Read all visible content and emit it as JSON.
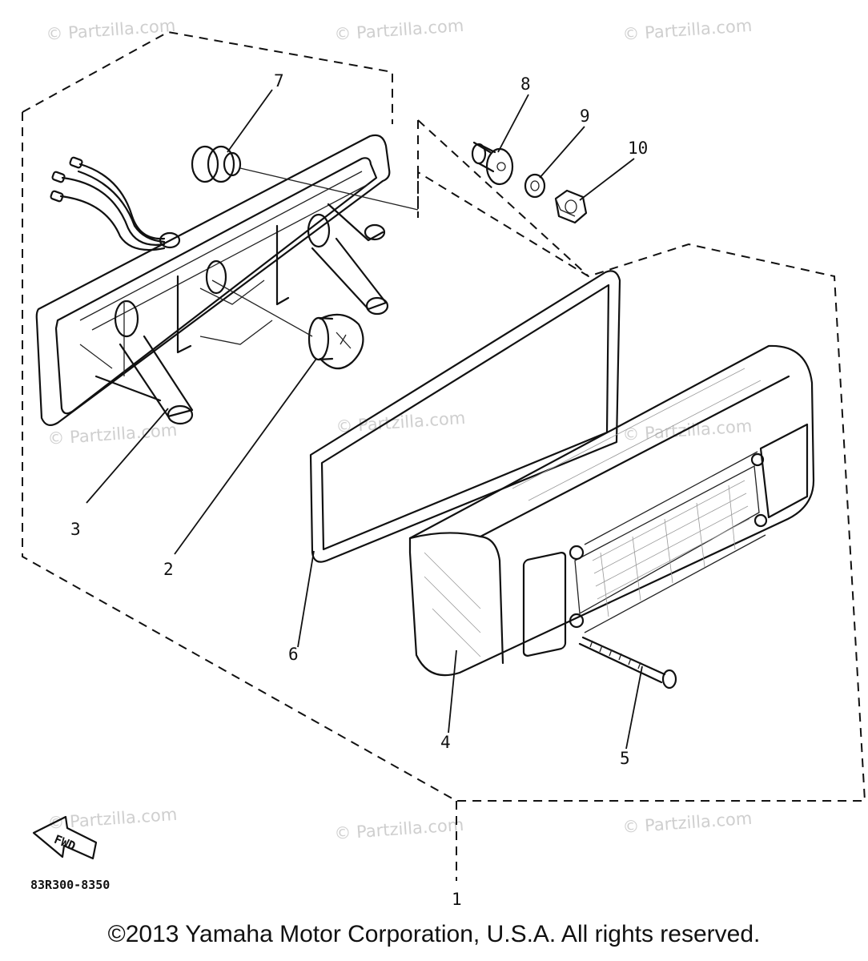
{
  "watermarks": [
    "© Partzilla.com",
    "© Partzilla.com",
    "© Partzilla.com",
    "© Partzilla.com",
    "© Partzilla.com",
    "© Partzilla.com",
    "© Partzilla.com",
    "© Partzilla.com",
    "© Partzilla.com"
  ],
  "callouts": {
    "c1": "1",
    "c2": "2",
    "c3": "3",
    "c4": "4",
    "c5": "5",
    "c6": "6",
    "c7": "7",
    "c8": "8",
    "c9": "9",
    "c10": "10"
  },
  "fwd_label": "FWD",
  "diagram_code": "83R300-8350",
  "copyright": "©2013 Yamaha Motor Corporation, U.S.A. All rights reserved.",
  "icons": {
    "forward_arrow": "fwd-arrow-icon"
  }
}
